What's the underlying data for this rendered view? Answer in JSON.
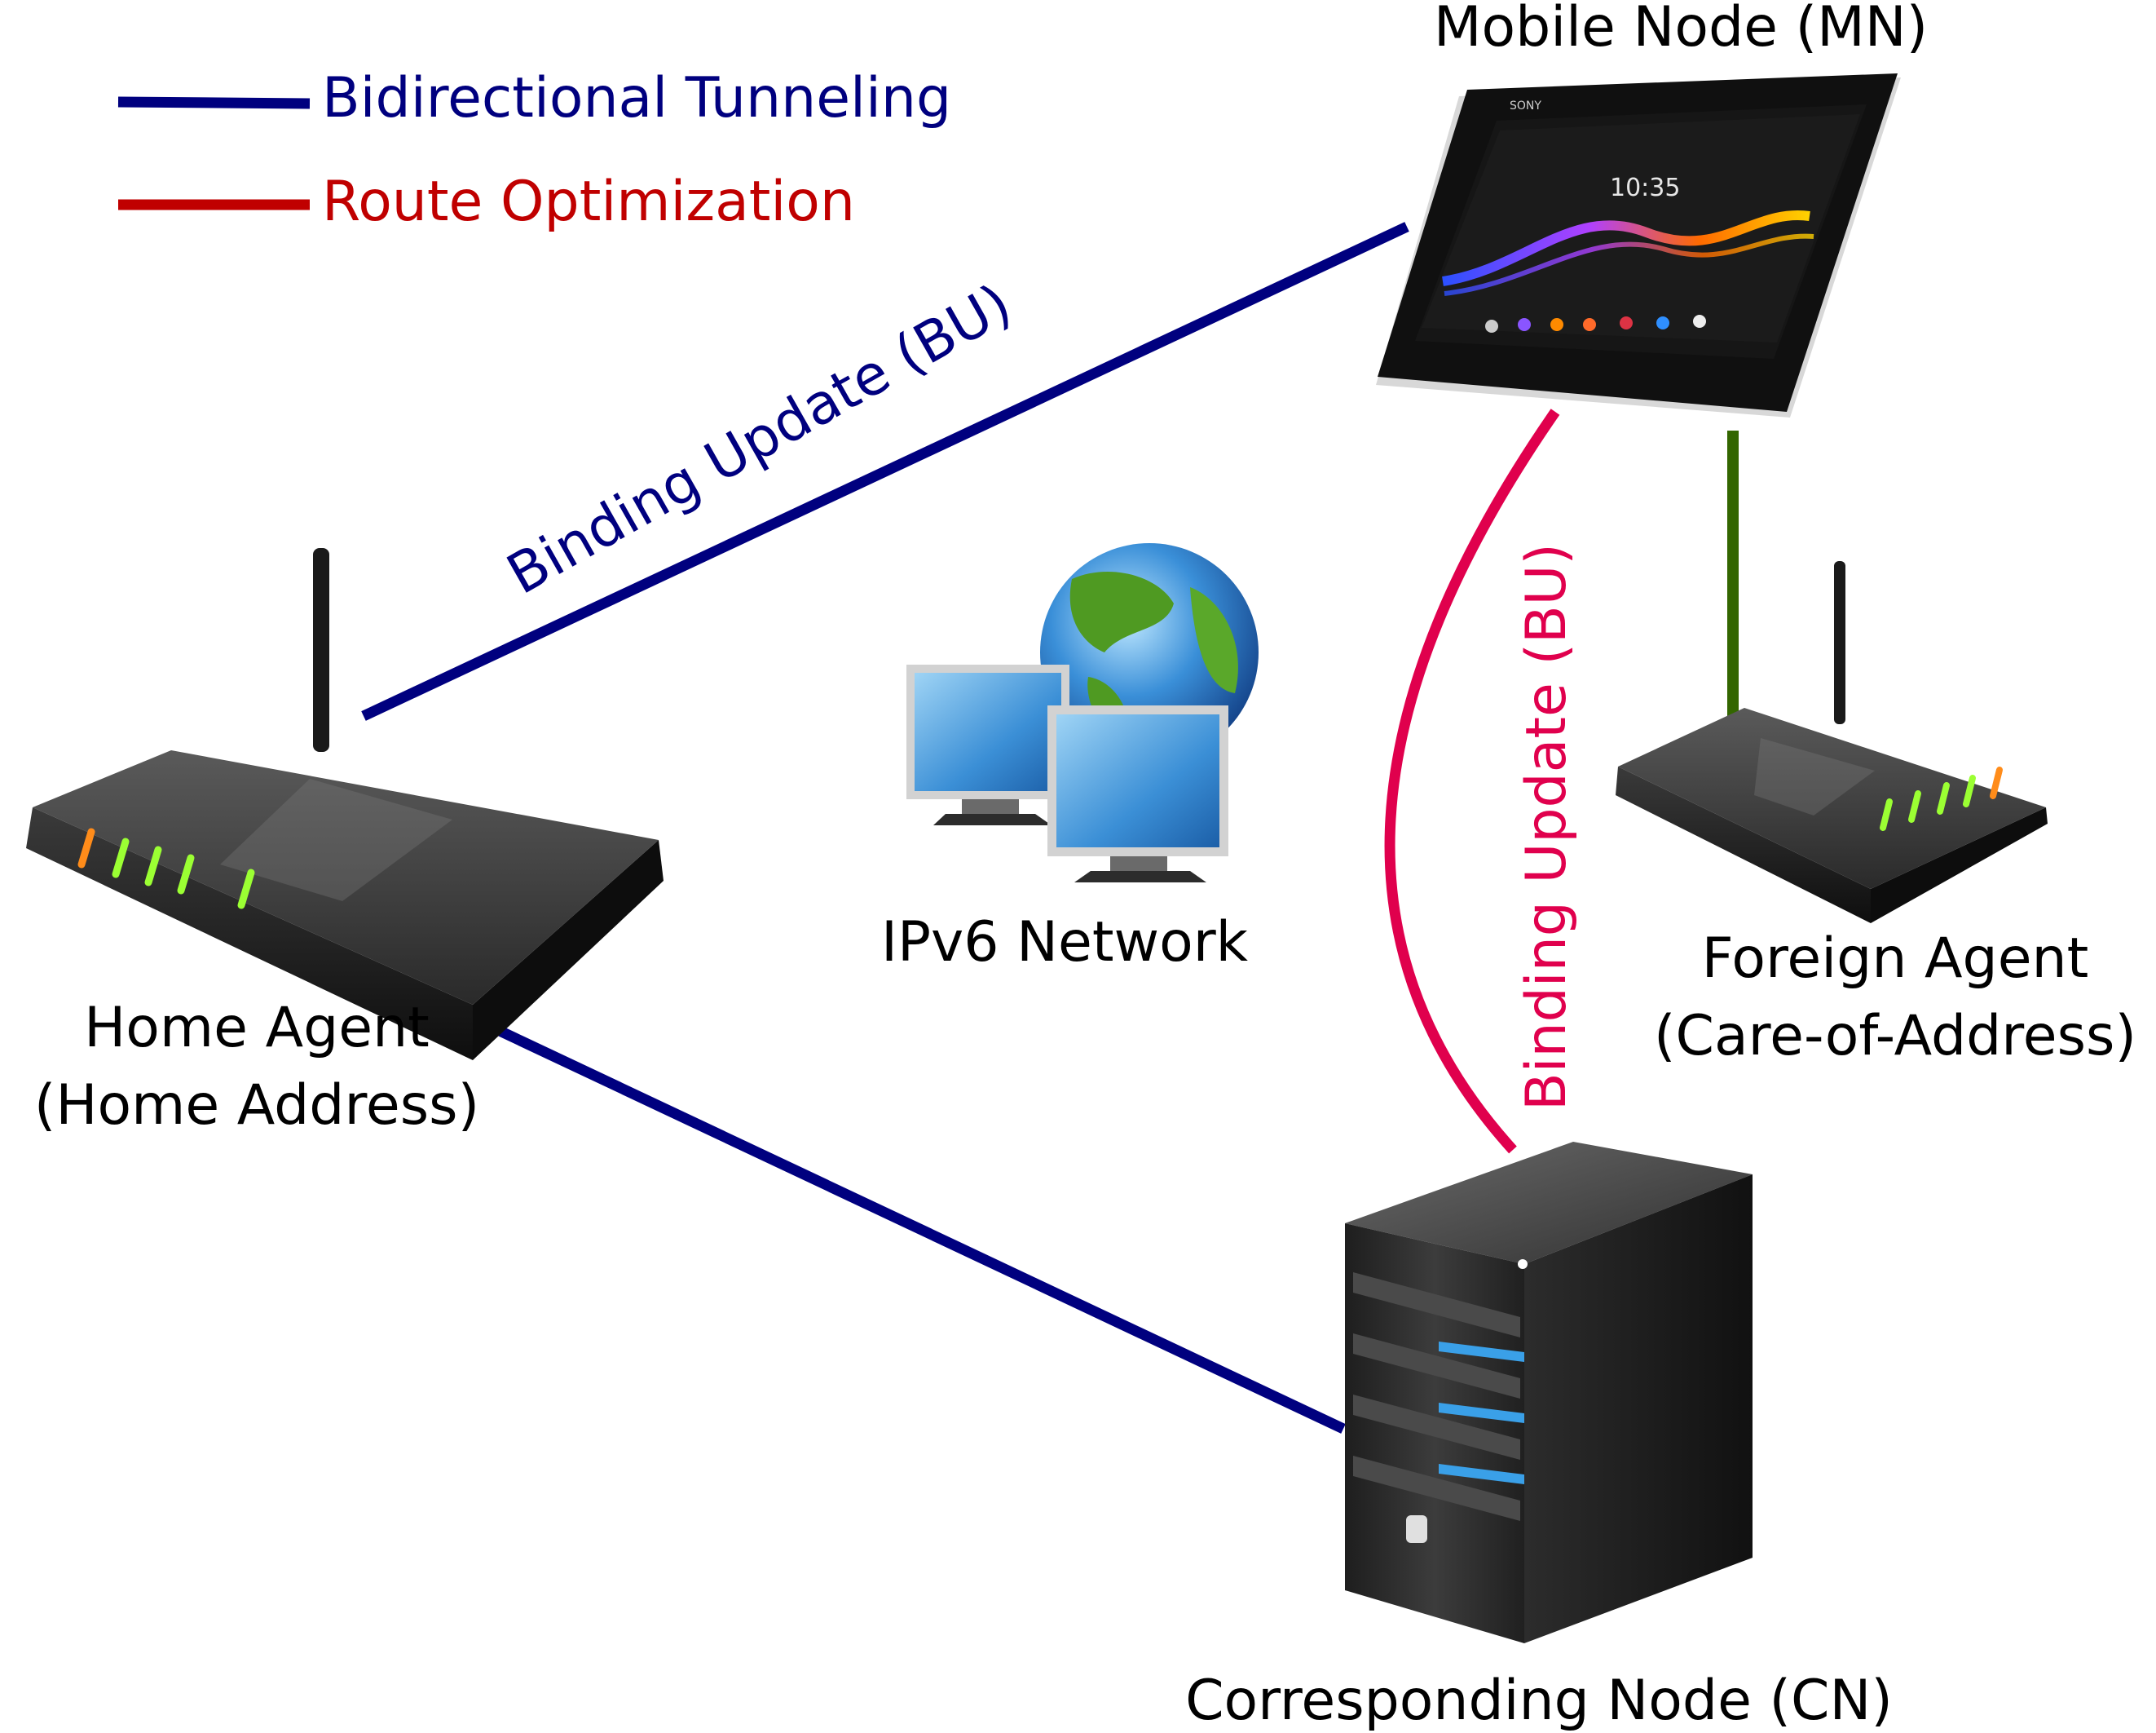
{
  "legend": {
    "items": [
      {
        "label": "Bidirectional Tunneling",
        "color": "#00007f"
      },
      {
        "label": "Route Optimization",
        "color": "#c00000"
      }
    ]
  },
  "links": {
    "bu_blue": {
      "label": "Binding Update (BU)",
      "color": "#00007f"
    },
    "bu_red": {
      "label": "Binding Update (BU)",
      "color": "#e0004d"
    },
    "green_link_color": "#336600",
    "ha_cn_color": "#00007f"
  },
  "nodes": {
    "mobile_node": {
      "label": "Mobile Node (MN)",
      "tablet_brand": "SONY",
      "clock": "10:35"
    },
    "home_agent": {
      "line1": "Home Agent",
      "line2": "(Home Address)"
    },
    "foreign_agent": {
      "line1": "Foreign Agent",
      "line2": "(Care-of-Address)"
    },
    "network": {
      "label": "IPv6 Network"
    },
    "corresponding_node": {
      "label": "Corresponding Node (CN)"
    }
  },
  "icons": [
    "tablet-icon",
    "router-icon",
    "globe-computers-icon",
    "server-tower-icon"
  ]
}
